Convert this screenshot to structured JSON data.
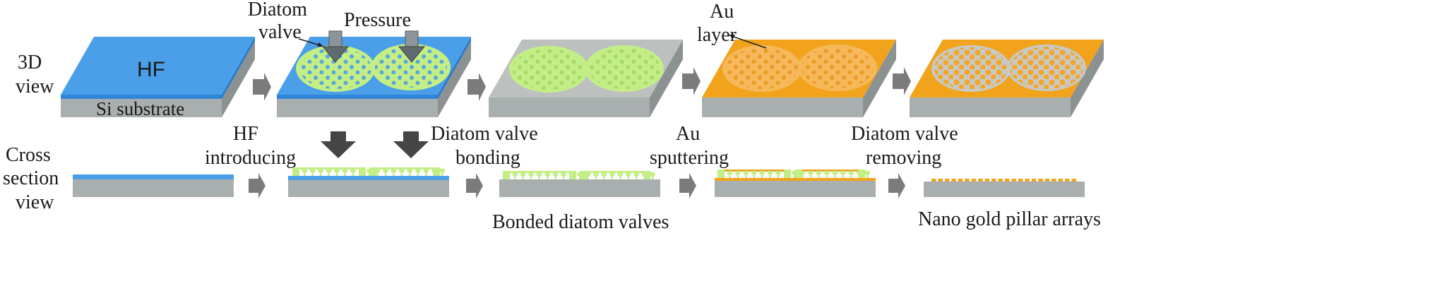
{
  "row_labels": {
    "top": [
      "3D",
      "view"
    ],
    "bottom": [
      "Cross",
      "section",
      "view"
    ]
  },
  "labels": {
    "hf": "HF",
    "si_substrate": "Si substrate",
    "diatom_valve": [
      "Diatom",
      "valve"
    ],
    "pressure": "Pressure",
    "au_layer": [
      "Au",
      "layer"
    ],
    "hf_introducing": [
      "HF",
      "introducing"
    ],
    "diatom_valve_bonding": [
      "Diatom valve",
      "bonding"
    ],
    "au_sputtering": [
      "Au",
      "sputtering"
    ],
    "diatom_valve_removing": [
      "Diatom valve",
      "removing"
    ],
    "bonded_diatom_valves": "Bonded diatom valves",
    "nano_gold_pillar_arrays": "Nano gold pillar arrays"
  },
  "colors": {
    "hf_blue": "#4a9fe8",
    "substrate_gray": "#a9afaf",
    "diatom_green": "#c3ee86",
    "au_orange": "#f1a31c",
    "arrow_gray": "#7b7b7b",
    "dark_arrow": "#454545"
  }
}
